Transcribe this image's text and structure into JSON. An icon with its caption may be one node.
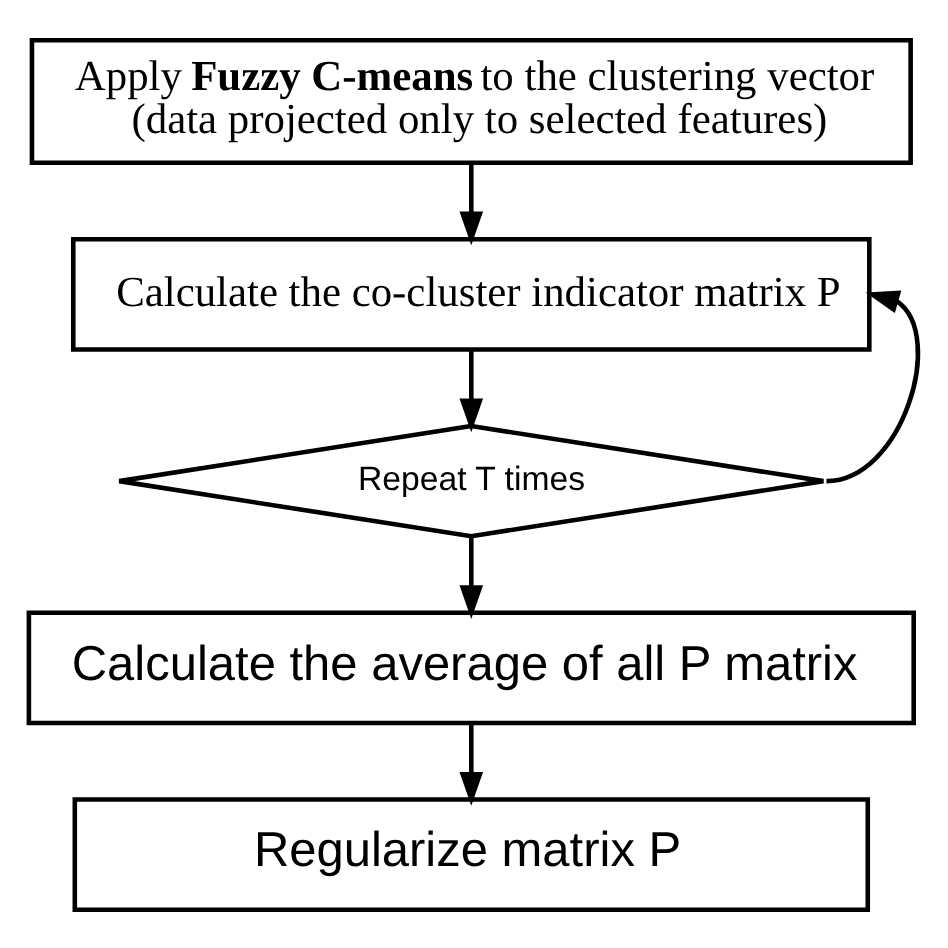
{
  "diagram": {
    "nodes": [
      {
        "text": [
          "Apply **Fuzzy C-means** to the clustering vector (data projected only to selected features)"
        ]
      },
      {
        "text": [
          "Calculate the co-cluster indicator matrix P"
        ]
      },
      {
        "text": [
          "Repeat T times"
        ]
      },
      {
        "text": [
          "Calculate the average of all P matrix"
        ]
      },
      {
        "text": [
          "Regularize matrix P"
        ]
      }
    ],
    "edges": [
      {
        "from": 0,
        "to": 1,
        "arrow": "to"
      },
      {
        "from": 1,
        "to": 2,
        "arrow": "to"
      },
      {
        "from": 2,
        "to": 1,
        "arrow": "to"
      },
      {
        "from": 2,
        "to": 3,
        "arrow": "to"
      },
      {
        "from": 3,
        "to": 4,
        "arrow": "to"
      }
    ]
  }
}
